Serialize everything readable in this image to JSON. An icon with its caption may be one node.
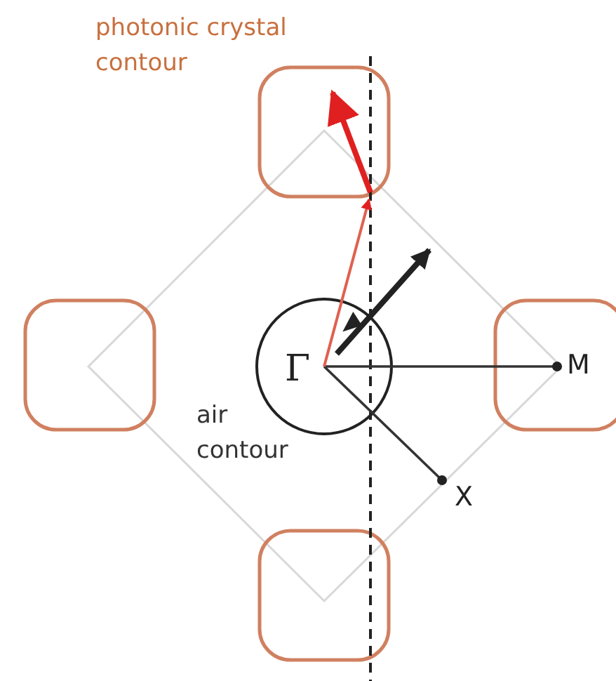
{
  "diagram": {
    "nodes": [
      {
        "text": [
          "Γ"
        ]
      },
      {
        "text": [
          "M"
        ]
      },
      {
        "text": [
          "X"
        ]
      }
    ],
    "edges": [
      {
        "from": 0,
        "to": 1,
        "arrow": "none"
      },
      {
        "from": 0,
        "to": 2,
        "arrow": "none"
      }
    ],
    "labels": [
      "photonic crystal contour",
      "air contour"
    ]
  }
}
